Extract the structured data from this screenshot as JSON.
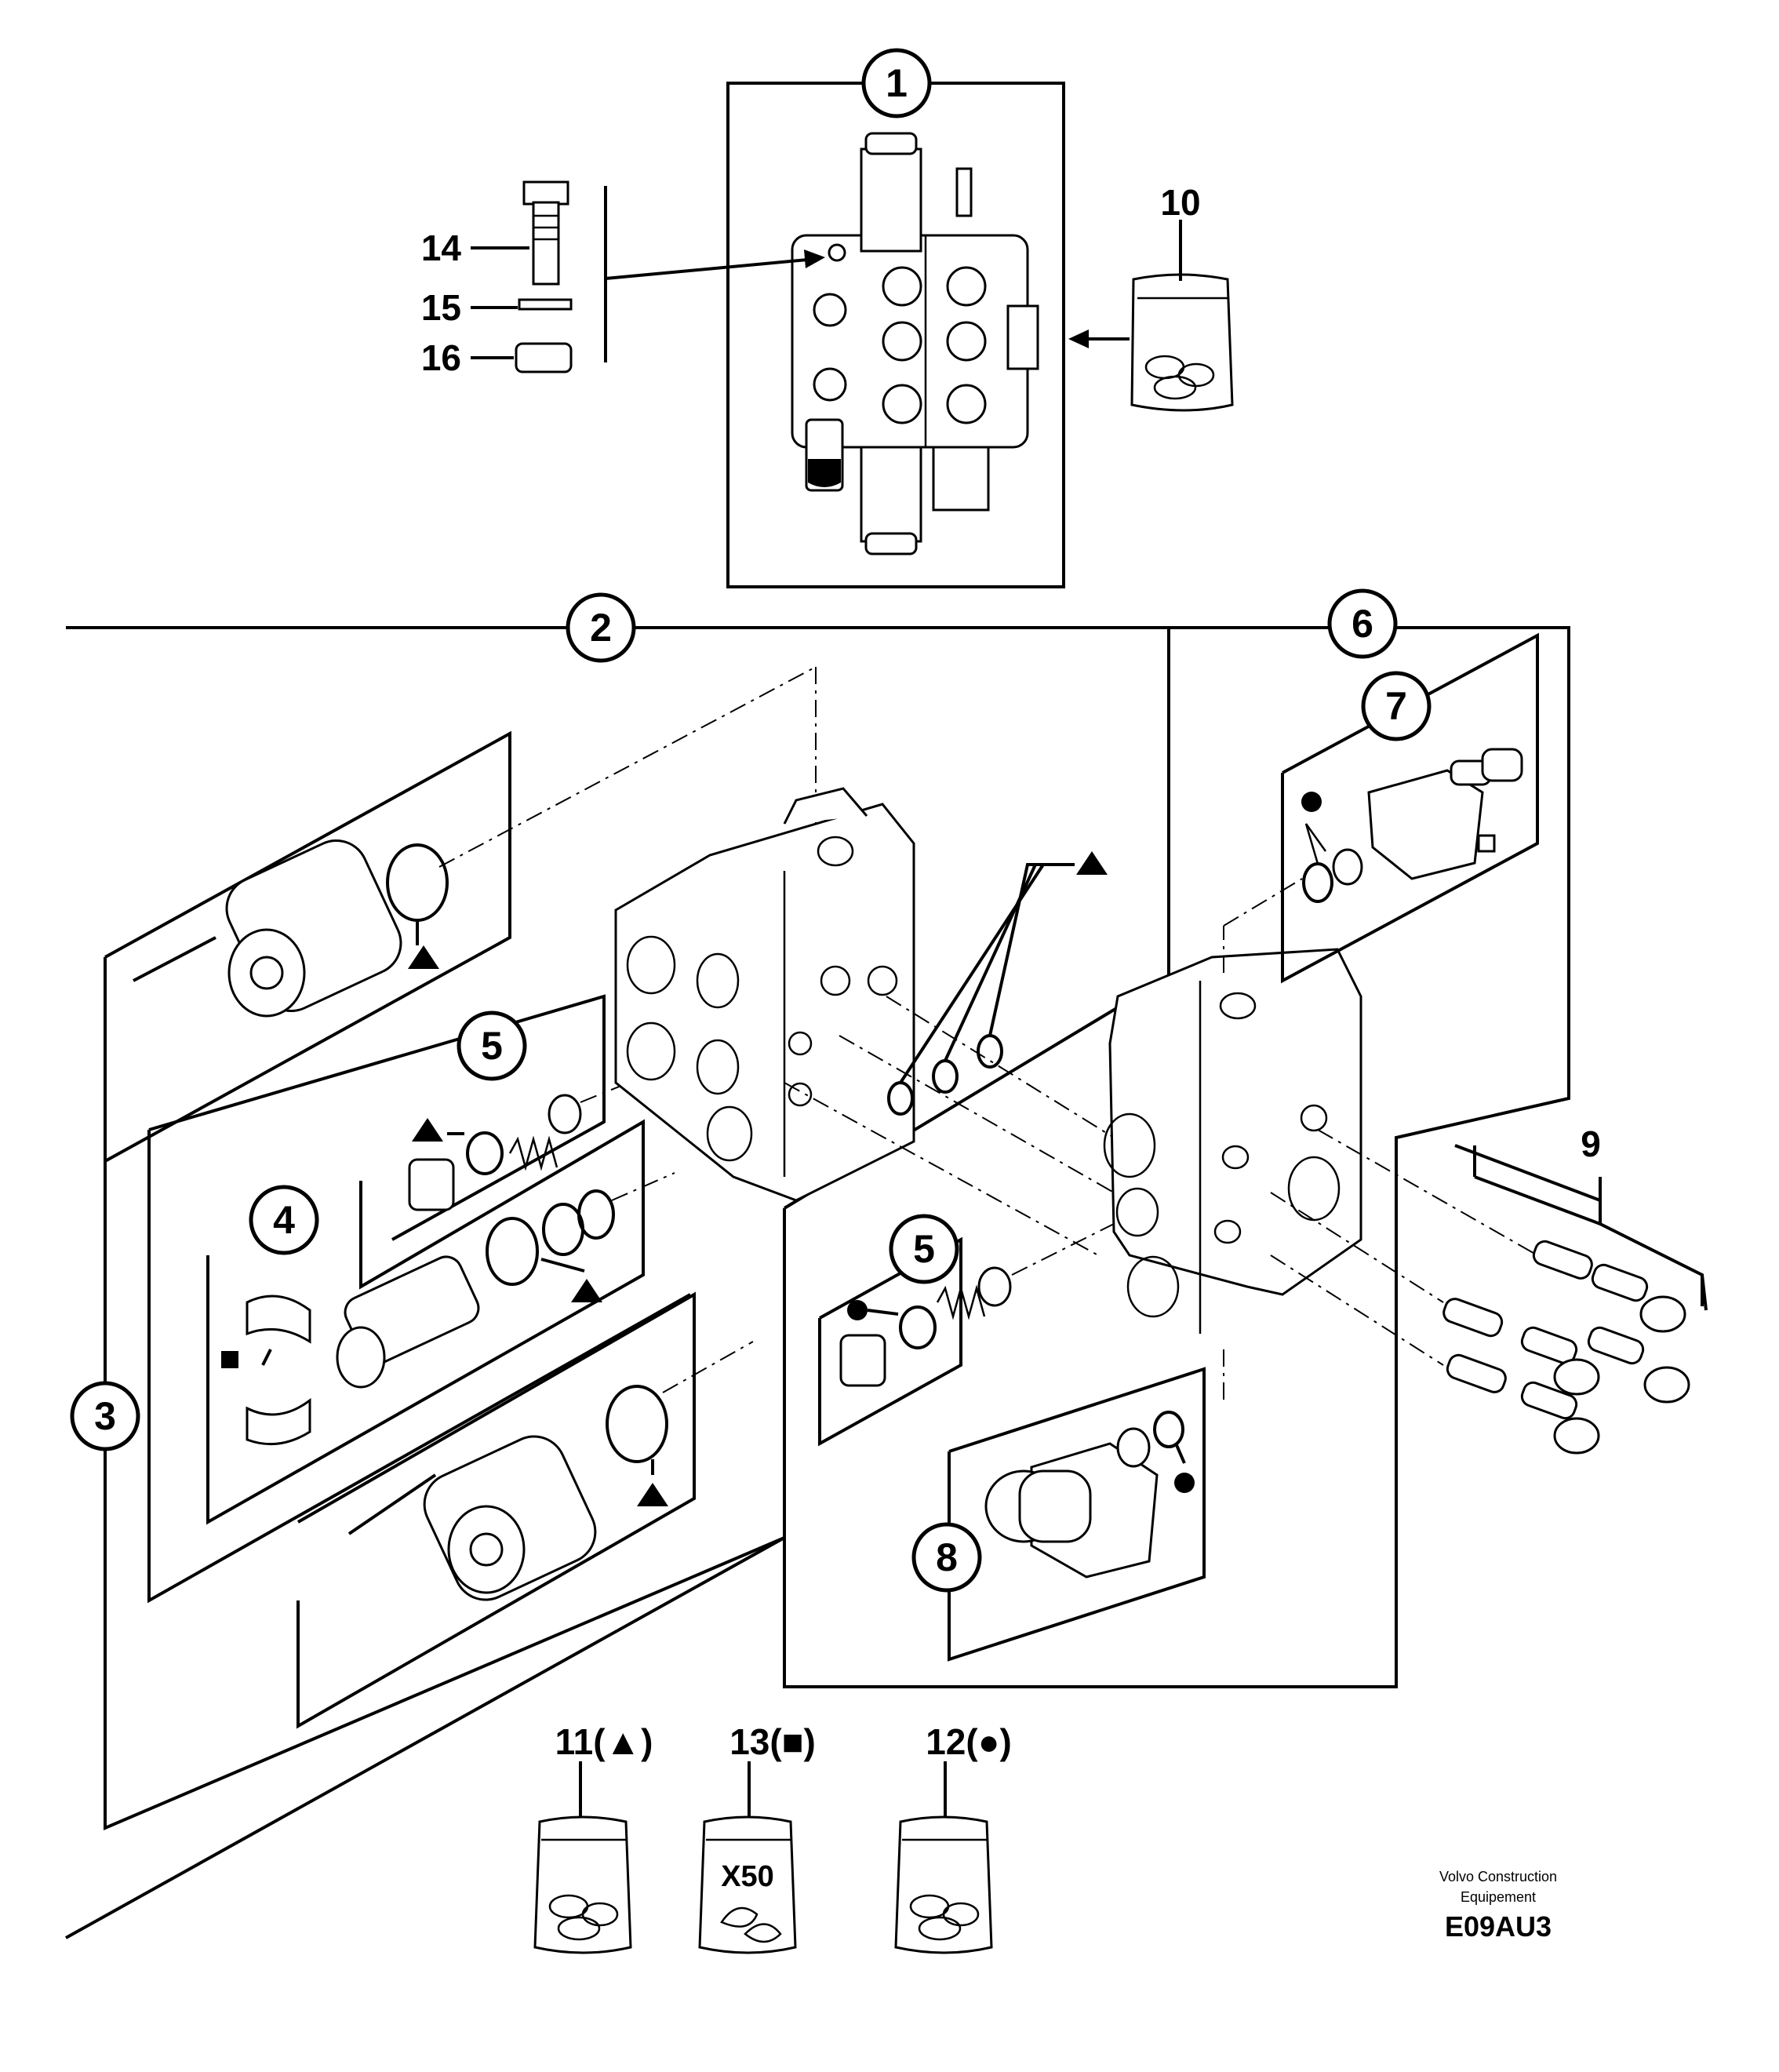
{
  "callouts": {
    "c1": "1",
    "c2": "2",
    "c3": "3",
    "c4": "4",
    "c5a": "5",
    "c5b": "5",
    "c6": "6",
    "c7": "7",
    "c8": "8",
    "c9": "9",
    "c10": "10",
    "c14": "14",
    "c15": "15",
    "c16": "16"
  },
  "kits": {
    "k11": "11(▲)",
    "k13": "13(■)",
    "k12": "12(●)",
    "x50": "X50"
  },
  "symbols": {
    "triangle": "▲",
    "square": "■",
    "circle": "●"
  },
  "footer": {
    "brand_line1": "Volvo Construction",
    "brand_line2": "Equipement",
    "code": "E09AU3"
  }
}
